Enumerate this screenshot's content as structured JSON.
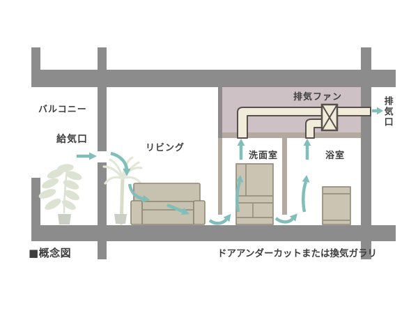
{
  "diagram": {
    "caption": "■概念図",
    "bottom_note": "ドアアンダーカットまたは換気ガラリ",
    "labels": {
      "balcony": "バルコニー",
      "supply_port": "給気口",
      "living": "リビング",
      "washroom": "洗面室",
      "bathroom": "浴室",
      "exhaust_fan": "排気ファン",
      "exhaust_port": "排気口"
    }
  },
  "colors": {
    "wall_gray": "#8c8c8c",
    "plenum_pink": "#cdc1c6",
    "partition_tan": "#b3aa9d",
    "duct_cream": "#f1ebd9",
    "duct_outline": "#55504a",
    "furniture_fill": "#cbc4b3",
    "furniture_outline": "#8e8773",
    "sofa_fill": "#c7c1af",
    "plant_green": "#dde3d2",
    "plant_light": "#e3e7d8",
    "pot_green": "#c9d0c3",
    "arrow_teal": "#7fbfba",
    "text_dark": "#3e3e3e",
    "background": "#ffffff"
  }
}
